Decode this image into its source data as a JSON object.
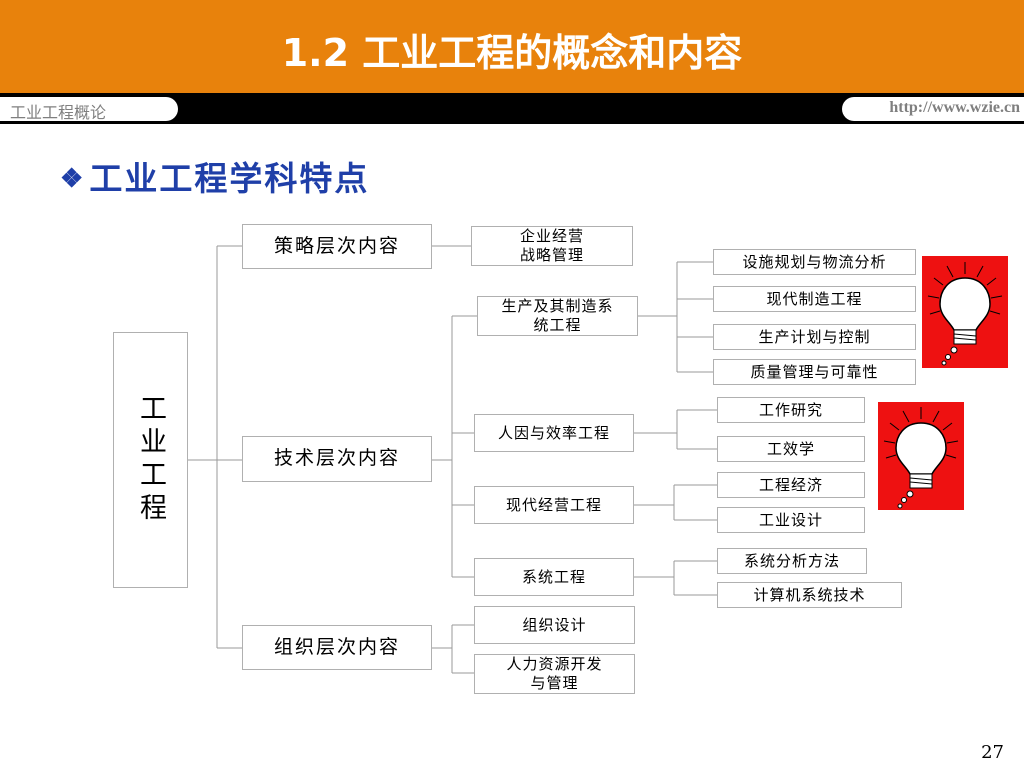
{
  "slide": {
    "title": "1.2 工业工程的概念和内容",
    "left_tag": "工业工程概论",
    "url": "http://www.wzie.cn",
    "bullet_mark": "❖",
    "bullet": "工业工程学科特点",
    "page_number": "27"
  },
  "tree": {
    "root": "工业工程",
    "level1": [
      "策略层次内容",
      "技术层次内容",
      "组织层次内容"
    ],
    "strategy_items": [
      "企业经营\n战略管理"
    ],
    "tech_items": [
      "生产及其制造系\n统工程",
      "人因与效率工程",
      "现代经营工程",
      "系统工程"
    ],
    "org_items": [
      "组织设计",
      "人力资源开发\n与管理"
    ],
    "manufacturing_sub": [
      "设施规划与物流分析",
      "现代制造工程",
      "生产计划与控制",
      "质量管理与可靠性"
    ],
    "human_sub": [
      "工作研究",
      "工效学"
    ],
    "business_sub": [
      "工程经济",
      "工业设计"
    ],
    "system_sub": [
      "系统分析方法",
      "计算机系统技术"
    ]
  },
  "colors": {
    "header_orange": "#e8820c",
    "band_black": "#000000",
    "bullet_blue": "#1f3fa8",
    "bulb_red": "#ee1111"
  },
  "icons": [
    "lightbulb-icon",
    "lightbulb-icon"
  ]
}
